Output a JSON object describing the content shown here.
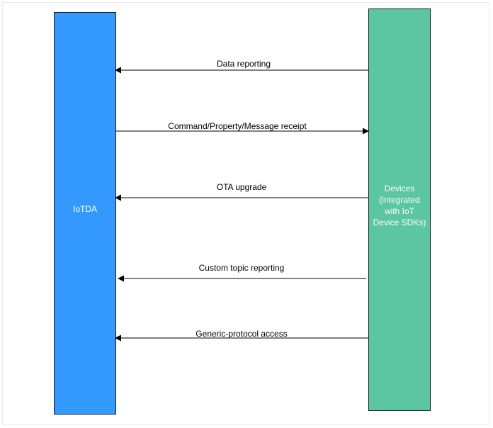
{
  "diagram": {
    "left_lane": {
      "label": "IoTDA",
      "fill": "#3399ff"
    },
    "right_lane": {
      "label": "Devices\n(integrated\nwith  IoT\nDevice SDKs)",
      "fill": "#5cc5a1"
    },
    "arrows": [
      {
        "label": "Data reporting",
        "direction": "to-left"
      },
      {
        "label": "Command/Property/Message receipt",
        "direction": "to-right"
      },
      {
        "label": "OTA upgrade",
        "direction": "to-left"
      },
      {
        "label": "Custom topic reporting",
        "direction": "to-left"
      },
      {
        "label": "Generic-protocol access",
        "direction": "to-left"
      }
    ]
  }
}
